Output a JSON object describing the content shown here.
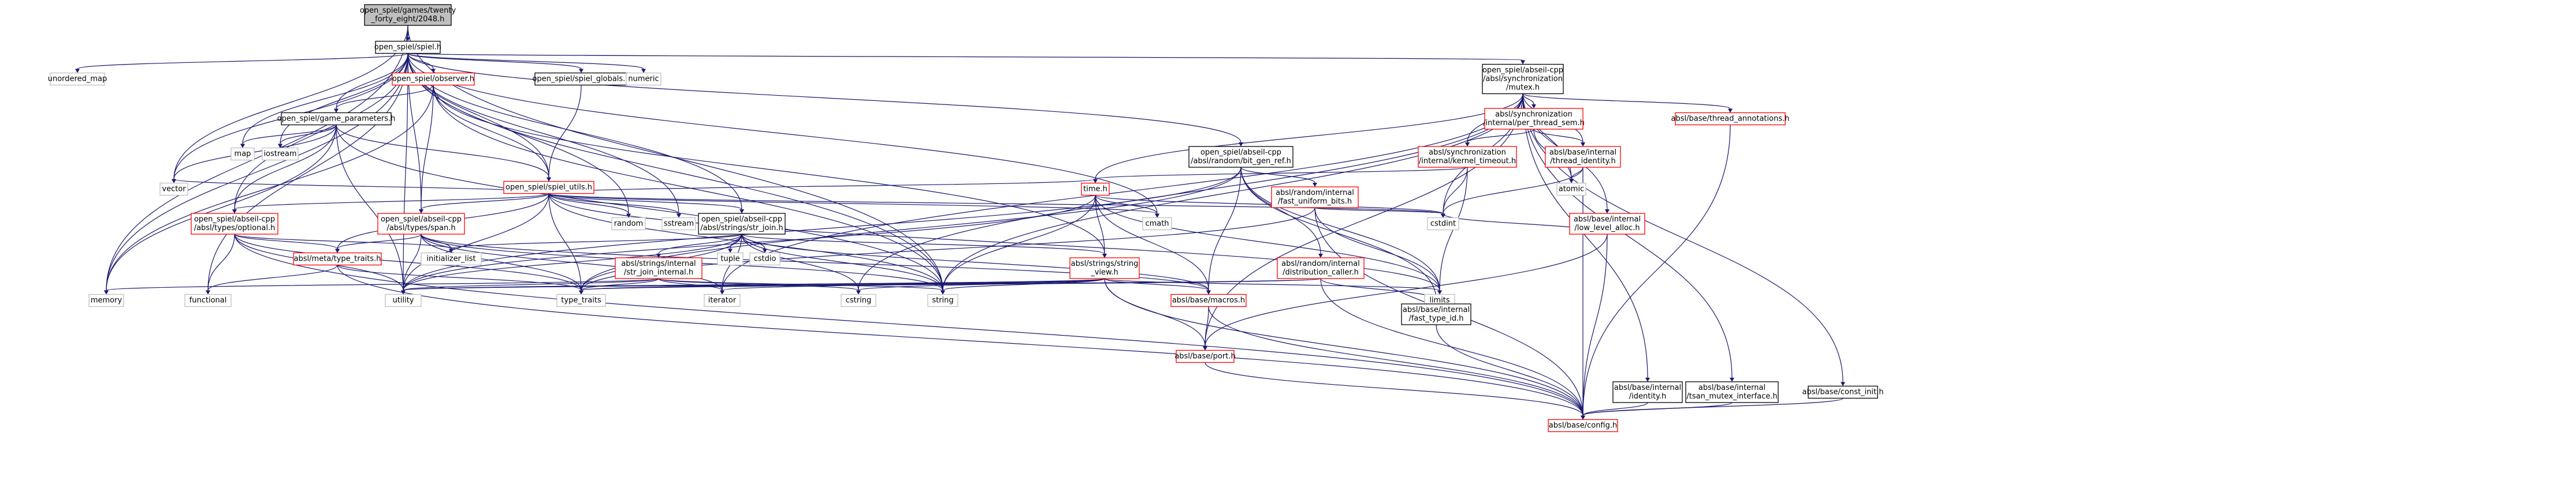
{
  "colors": {
    "edge": "#191970",
    "root_fill": "#bfbfbf",
    "node_border": "#000000",
    "external_border": "#bfbfbf",
    "incomplete_border": "#ff0000"
  },
  "nodes": [
    {
      "id": "root",
      "lines": [
        "open_spiel/games/twenty",
        "_forty_eight/2048.h"
      ],
      "kind": "root"
    },
    {
      "id": "spiel",
      "lines": [
        "open_spiel/spiel.h"
      ],
      "kind": "normal"
    },
    {
      "id": "unordered_map",
      "lines": [
        "unordered_map"
      ],
      "kind": "external"
    },
    {
      "id": "observer",
      "lines": [
        "open_spiel/observer.h"
      ],
      "kind": "incomplete"
    },
    {
      "id": "spiel_globals",
      "lines": [
        "open_spiel/spiel_globals.h"
      ],
      "kind": "normal"
    },
    {
      "id": "numeric",
      "lines": [
        "numeric"
      ],
      "kind": "external"
    },
    {
      "id": "mutex",
      "lines": [
        "open_spiel/abseil-cpp",
        "/absl/synchronization",
        "/mutex.h"
      ],
      "kind": "normal"
    },
    {
      "id": "game_parameters",
      "lines": [
        "open_spiel/game_parameters.h"
      ],
      "kind": "normal"
    },
    {
      "id": "map",
      "lines": [
        "map"
      ],
      "kind": "external"
    },
    {
      "id": "iostream",
      "lines": [
        "iostream"
      ],
      "kind": "external"
    },
    {
      "id": "spiel_utils",
      "lines": [
        "open_spiel/spiel_utils.h"
      ],
      "kind": "incomplete"
    },
    {
      "id": "bit_gen_ref",
      "lines": [
        "open_spiel/abseil-cpp",
        "/absl/random/bit_gen_ref.h"
      ],
      "kind": "normal"
    },
    {
      "id": "per_thread_sem",
      "lines": [
        "absl/synchronization",
        "/internal/per_thread_sem.h"
      ],
      "kind": "incomplete"
    },
    {
      "id": "kernel_timeout",
      "lines": [
        "absl/synchronization",
        "/internal/kernel_timeout.h"
      ],
      "kind": "incomplete"
    },
    {
      "id": "thread_identity",
      "lines": [
        "absl/base/internal",
        "/thread_identity.h"
      ],
      "kind": "incomplete"
    },
    {
      "id": "thread_annotations",
      "lines": [
        "absl/base/thread_annotations.h"
      ],
      "kind": "incomplete"
    },
    {
      "id": "vector",
      "lines": [
        "vector"
      ],
      "kind": "external"
    },
    {
      "id": "optional",
      "lines": [
        "open_spiel/abseil-cpp",
        "/absl/types/optional.h"
      ],
      "kind": "incomplete"
    },
    {
      "id": "span",
      "lines": [
        "open_spiel/abseil-cpp",
        "/absl/types/span.h"
      ],
      "kind": "incomplete"
    },
    {
      "id": "random",
      "lines": [
        "random"
      ],
      "kind": "external"
    },
    {
      "id": "sstream",
      "lines": [
        "sstream"
      ],
      "kind": "external"
    },
    {
      "id": "str_join",
      "lines": [
        "open_spiel/abseil-cpp",
        "/absl/strings/str_join.h"
      ],
      "kind": "normal"
    },
    {
      "id": "time",
      "lines": [
        "time.h"
      ],
      "kind": "incomplete"
    },
    {
      "id": "fast_uniform_bits",
      "lines": [
        "absl/random/internal",
        "/fast_uniform_bits.h"
      ],
      "kind": "incomplete"
    },
    {
      "id": "atomic",
      "lines": [
        "atomic"
      ],
      "kind": "external"
    },
    {
      "id": "low_level_alloc",
      "lines": [
        "absl/base/internal",
        "/low_level_alloc.h"
      ],
      "kind": "incomplete"
    },
    {
      "id": "meta_type_traits",
      "lines": [
        "absl/meta/type_traits.h"
      ],
      "kind": "incomplete"
    },
    {
      "id": "initializer_list",
      "lines": [
        "initializer_list"
      ],
      "kind": "external"
    },
    {
      "id": "str_join_internal",
      "lines": [
        "absl/strings/internal",
        "/str_join_internal.h"
      ],
      "kind": "incomplete"
    },
    {
      "id": "tuple",
      "lines": [
        "tuple"
      ],
      "kind": "external"
    },
    {
      "id": "cstdio",
      "lines": [
        "cstdio"
      ],
      "kind": "external"
    },
    {
      "id": "string_view",
      "lines": [
        "absl/strings/string",
        "_view.h"
      ],
      "kind": "incomplete"
    },
    {
      "id": "cmath",
      "lines": [
        "cmath"
      ],
      "kind": "external"
    },
    {
      "id": "cstdint",
      "lines": [
        "cstdint"
      ],
      "kind": "external"
    },
    {
      "id": "distribution_caller",
      "lines": [
        "absl/random/internal",
        "/distribution_caller.h"
      ],
      "kind": "incomplete"
    },
    {
      "id": "memory",
      "lines": [
        "memory"
      ],
      "kind": "external"
    },
    {
      "id": "functional",
      "lines": [
        "functional"
      ],
      "kind": "external"
    },
    {
      "id": "type_traits",
      "lines": [
        "type_traits"
      ],
      "kind": "external"
    },
    {
      "id": "utility",
      "lines": [
        "utility"
      ],
      "kind": "external"
    },
    {
      "id": "iterator",
      "lines": [
        "iterator"
      ],
      "kind": "external"
    },
    {
      "id": "cstring",
      "lines": [
        "cstring"
      ],
      "kind": "external"
    },
    {
      "id": "string",
      "lines": [
        "string"
      ],
      "kind": "external"
    },
    {
      "id": "macros",
      "lines": [
        "absl/base/macros.h"
      ],
      "kind": "incomplete"
    },
    {
      "id": "limits",
      "lines": [
        "limits"
      ],
      "kind": "external"
    },
    {
      "id": "fast_type_id",
      "lines": [
        "absl/base/internal",
        "/fast_type_id.h"
      ],
      "kind": "normal"
    },
    {
      "id": "port",
      "lines": [
        "absl/base/port.h"
      ],
      "kind": "incomplete"
    },
    {
      "id": "identity",
      "lines": [
        "absl/base/internal",
        "/identity.h"
      ],
      "kind": "normal"
    },
    {
      "id": "tsan_mutex",
      "lines": [
        "absl/base/internal",
        "/tsan_mutex_interface.h"
      ],
      "kind": "normal"
    },
    {
      "id": "const_init",
      "lines": [
        "absl/base/const_init.h"
      ],
      "kind": "normal"
    },
    {
      "id": "config",
      "lines": [
        "absl/base/config.h"
      ],
      "kind": "incomplete"
    }
  ],
  "edges": [
    [
      "root",
      "spiel"
    ],
    [
      "root",
      "vector"
    ],
    [
      "root",
      "memory"
    ],
    [
      "root",
      "string"
    ],
    [
      "spiel",
      "unordered_map"
    ],
    [
      "spiel",
      "observer"
    ],
    [
      "spiel",
      "spiel_globals"
    ],
    [
      "spiel",
      "numeric"
    ],
    [
      "spiel",
      "mutex"
    ],
    [
      "spiel",
      "game_parameters"
    ],
    [
      "spiel",
      "map"
    ],
    [
      "spiel",
      "iostream"
    ],
    [
      "spiel",
      "spiel_utils"
    ],
    [
      "spiel",
      "bit_gen_ref"
    ],
    [
      "spiel",
      "vector"
    ],
    [
      "spiel",
      "optional"
    ],
    [
      "spiel",
      "span"
    ],
    [
      "spiel",
      "random"
    ],
    [
      "spiel",
      "sstream"
    ],
    [
      "spiel",
      "str_join"
    ],
    [
      "spiel",
      "memory"
    ],
    [
      "spiel",
      "functional"
    ],
    [
      "spiel",
      "utility"
    ],
    [
      "spiel",
      "string"
    ],
    [
      "spiel",
      "cmath"
    ],
    [
      "observer",
      "game_parameters"
    ],
    [
      "observer",
      "spiel_utils"
    ],
    [
      "observer",
      "span"
    ],
    [
      "observer",
      "memory"
    ],
    [
      "observer",
      "string"
    ],
    [
      "observer",
      "string_view"
    ],
    [
      "spiel_globals",
      "spiel_utils"
    ],
    [
      "game_parameters",
      "map"
    ],
    [
      "game_parameters",
      "iostream"
    ],
    [
      "game_parameters",
      "spiel_utils"
    ],
    [
      "game_parameters",
      "vector"
    ],
    [
      "game_parameters",
      "optional"
    ],
    [
      "game_parameters",
      "memory"
    ],
    [
      "game_parameters",
      "utility"
    ],
    [
      "game_parameters",
      "string"
    ],
    [
      "spiel_utils",
      "vector"
    ],
    [
      "spiel_utils",
      "optional"
    ],
    [
      "spiel_utils",
      "span"
    ],
    [
      "spiel_utils",
      "random"
    ],
    [
      "spiel_utils",
      "sstream"
    ],
    [
      "spiel_utils",
      "str_join"
    ],
    [
      "spiel_utils",
      "time"
    ],
    [
      "spiel_utils",
      "cmath"
    ],
    [
      "spiel_utils",
      "cstdint"
    ],
    [
      "spiel_utils",
      "meta_type_traits"
    ],
    [
      "spiel_utils",
      "type_traits"
    ],
    [
      "spiel_utils",
      "utility"
    ],
    [
      "spiel_utils",
      "string"
    ],
    [
      "spiel_utils",
      "limits"
    ],
    [
      "mutex",
      "per_thread_sem"
    ],
    [
      "mutex",
      "kernel_timeout"
    ],
    [
      "mutex",
      "thread_identity"
    ],
    [
      "mutex",
      "thread_annotations"
    ],
    [
      "mutex",
      "atomic"
    ],
    [
      "mutex",
      "low_level_alloc"
    ],
    [
      "mutex",
      "identity"
    ],
    [
      "mutex",
      "tsan_mutex"
    ],
    [
      "mutex",
      "const_init"
    ],
    [
      "mutex",
      "time"
    ],
    [
      "mutex",
      "cstdint"
    ],
    [
      "mutex",
      "string"
    ],
    [
      "mutex",
      "port"
    ],
    [
      "mutex",
      "iterator"
    ],
    [
      "mutex",
      "cstring"
    ],
    [
      "bit_gen_ref",
      "fast_uniform_bits"
    ],
    [
      "bit_gen_ref",
      "distribution_caller"
    ],
    [
      "bit_gen_ref",
      "fast_type_id"
    ],
    [
      "bit_gen_ref",
      "macros"
    ],
    [
      "bit_gen_ref",
      "type_traits"
    ],
    [
      "bit_gen_ref",
      "utility"
    ],
    [
      "bit_gen_ref",
      "limits"
    ],
    [
      "per_thread_sem",
      "kernel_timeout"
    ],
    [
      "per_thread_sem",
      "thread_identity"
    ],
    [
      "per_thread_sem",
      "atomic"
    ],
    [
      "kernel_timeout",
      "time"
    ],
    [
      "kernel_timeout",
      "cstdint"
    ],
    [
      "kernel_timeout",
      "limits"
    ],
    [
      "thread_identity",
      "atomic"
    ],
    [
      "thread_identity",
      "cstdint"
    ],
    [
      "thread_identity",
      "config"
    ],
    [
      "thread_annotations",
      "config"
    ],
    [
      "low_level_alloc",
      "cstdint"
    ],
    [
      "low_level_alloc",
      "port"
    ],
    [
      "low_level_alloc",
      "config"
    ],
    [
      "optional",
      "meta_type_traits"
    ],
    [
      "optional",
      "initializer_list"
    ],
    [
      "optional",
      "functional"
    ],
    [
      "optional",
      "type_traits"
    ],
    [
      "optional",
      "utility"
    ],
    [
      "optional",
      "config"
    ],
    [
      "span",
      "meta_type_traits"
    ],
    [
      "span",
      "initializer_list"
    ],
    [
      "span",
      "iterator"
    ],
    [
      "span",
      "type_traits"
    ],
    [
      "span",
      "utility"
    ],
    [
      "span",
      "macros"
    ],
    [
      "span",
      "string"
    ],
    [
      "str_join",
      "str_join_internal"
    ],
    [
      "str_join",
      "tuple"
    ],
    [
      "str_join",
      "cstdio"
    ],
    [
      "str_join",
      "string_view"
    ],
    [
      "str_join",
      "initializer_list"
    ],
    [
      "str_join",
      "iterator"
    ],
    [
      "str_join",
      "utility"
    ],
    [
      "str_join",
      "type_traits"
    ],
    [
      "str_join",
      "cstring"
    ],
    [
      "str_join",
      "string"
    ],
    [
      "str_join",
      "macros"
    ],
    [
      "time",
      "string_view"
    ],
    [
      "time",
      "cmath"
    ],
    [
      "time",
      "cstdint"
    ],
    [
      "time",
      "limits"
    ],
    [
      "time",
      "string"
    ],
    [
      "time",
      "utility"
    ],
    [
      "time",
      "macros"
    ],
    [
      "fast_uniform_bits",
      "cstdint"
    ],
    [
      "fast_uniform_bits",
      "limits"
    ],
    [
      "fast_uniform_bits",
      "type_traits"
    ],
    [
      "fast_uniform_bits",
      "config"
    ],
    [
      "meta_type_traits",
      "functional"
    ],
    [
      "meta_type_traits",
      "type_traits"
    ],
    [
      "meta_type_traits",
      "config"
    ],
    [
      "str_join_internal",
      "memory"
    ],
    [
      "str_join_internal",
      "type_traits"
    ],
    [
      "str_join_internal",
      "utility"
    ],
    [
      "str_join_internal",
      "iterator"
    ],
    [
      "str_join_internal",
      "cstring"
    ],
    [
      "str_join_internal",
      "string"
    ],
    [
      "string_view",
      "type_traits"
    ],
    [
      "string_view",
      "utility"
    ],
    [
      "string_view",
      "iterator"
    ],
    [
      "string_view",
      "cstring"
    ],
    [
      "string_view",
      "string"
    ],
    [
      "string_view",
      "limits"
    ],
    [
      "string_view",
      "macros"
    ],
    [
      "string_view",
      "port"
    ],
    [
      "string_view",
      "config"
    ],
    [
      "distribution_caller",
      "utility"
    ],
    [
      "distribution_caller",
      "type_traits"
    ],
    [
      "distribution_caller",
      "fast_type_id"
    ],
    [
      "distribution_caller",
      "config"
    ],
    [
      "macros",
      "port"
    ],
    [
      "macros",
      "config"
    ],
    [
      "fast_type_id",
      "config"
    ],
    [
      "port",
      "config"
    ],
    [
      "identity",
      "config"
    ],
    [
      "tsan_mutex",
      "config"
    ],
    [
      "const_init",
      "config"
    ]
  ]
}
